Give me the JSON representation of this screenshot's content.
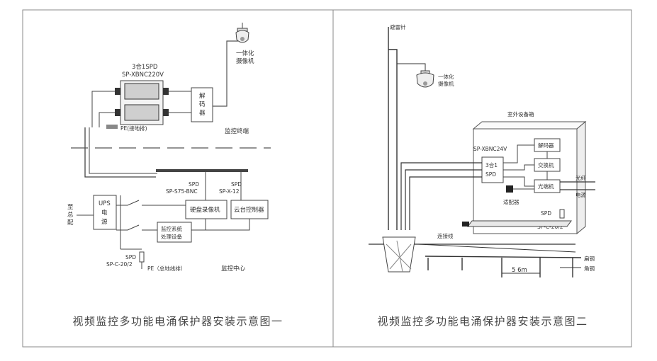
{
  "diagram1": {
    "caption": "视频监控多功能电涌保护器安装示意图一",
    "camera_label_1": "一体化",
    "camera_label_2": "摄像机",
    "spd_title": "3合1SPD",
    "spd_model": "SP-XBNC220V",
    "decoder_1": "解",
    "decoder_2": "码",
    "decoder_3": "器",
    "pe_label": "PE(接地排)",
    "monitor_terminal": "监控终端",
    "spd1_label": "SPD",
    "spd1_model": "SP-S75-BNC",
    "spd2_label": "SPD",
    "spd2_model": "SP-X-12",
    "to_dist_1": "至",
    "to_dist_2": "总",
    "to_dist_3": "配",
    "ups_1": "UPS",
    "ups_2": "电",
    "ups_3": "源",
    "dvr": "硬盘录像机",
    "ptz": "云台控制器",
    "proc_1": "监控系统",
    "proc_2": "处理设备",
    "spd3_label": "SPD",
    "spd3_model": "SP-C-20/2",
    "pe_main": "PE（总地线排）",
    "center": "监控中心"
  },
  "diagram2": {
    "caption": "视频监控多功能电涌保护器安装示意图二",
    "rod": "避雷针",
    "camera_label_1": "一体化",
    "camera_label_2": "摄像机",
    "cabinet": "室外设备箱",
    "spd_model": "SP-XBNC24V",
    "spd_1": "3合1",
    "spd_2": "SPD",
    "decoder": "解码器",
    "switch": "交换机",
    "optical": "光端机",
    "fiber": "光纤",
    "power": "电源",
    "adapter": "适配器",
    "spd_label": "SPD",
    "spd_model2": "SP-C-20/2",
    "connect": "连接线",
    "flat_steel": "扁钢",
    "angle_steel": "角钢",
    "distance": "5 6m"
  }
}
